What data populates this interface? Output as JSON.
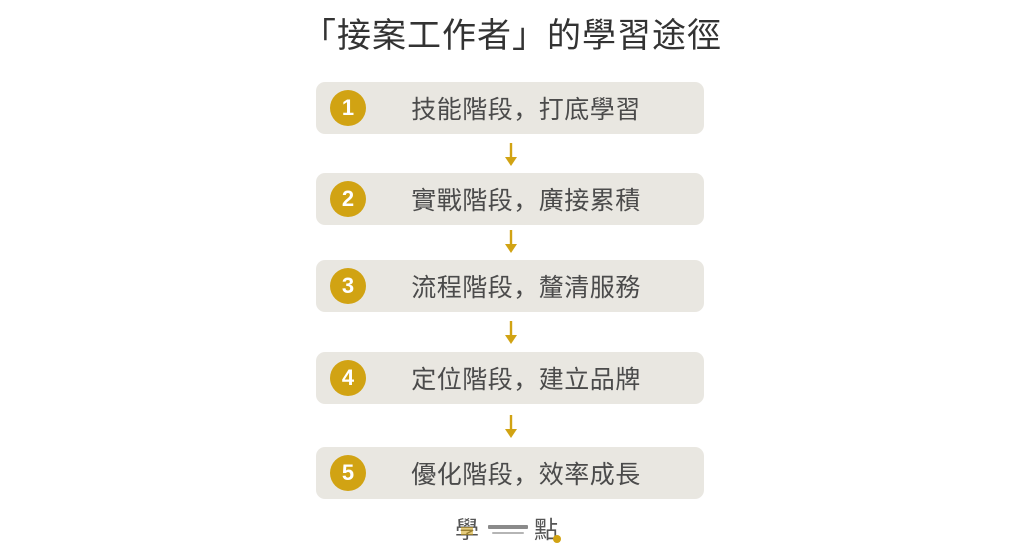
{
  "title": "「接案工作者」的學習途徑",
  "colors": {
    "accent": "#d1a313",
    "card_bg": "#e9e7e1",
    "arrow": "#d1a313",
    "text": "#4b4b4b"
  },
  "steps": [
    {
      "number": "1",
      "label": "技能階段，打底學習"
    },
    {
      "number": "2",
      "label": "實戰階段，廣接累積"
    },
    {
      "number": "3",
      "label": "流程階段，釐清服務"
    },
    {
      "number": "4",
      "label": "定位階段，建立品牌"
    },
    {
      "number": "5",
      "label": "優化階段，效率成長"
    }
  ],
  "footer": {
    "logo_left_text": "學",
    "logo_right_text": "點"
  }
}
